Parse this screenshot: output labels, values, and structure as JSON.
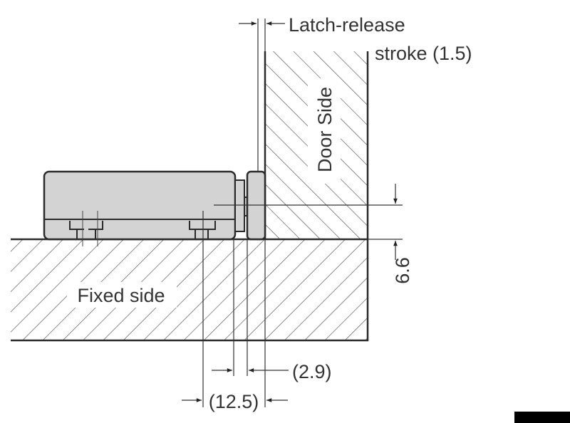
{
  "labels": {
    "latch_release_line1": "Latch-release",
    "latch_release_line2": "stroke (1.5)",
    "door_side": "Door Side",
    "fixed_side": "Fixed side",
    "dim_vertical": "6.6",
    "dim_small": "(2.9)",
    "dim_large": "(12.5)"
  },
  "colors": {
    "line": "#2a2a2a",
    "part_fill": "#d3d3d3"
  }
}
